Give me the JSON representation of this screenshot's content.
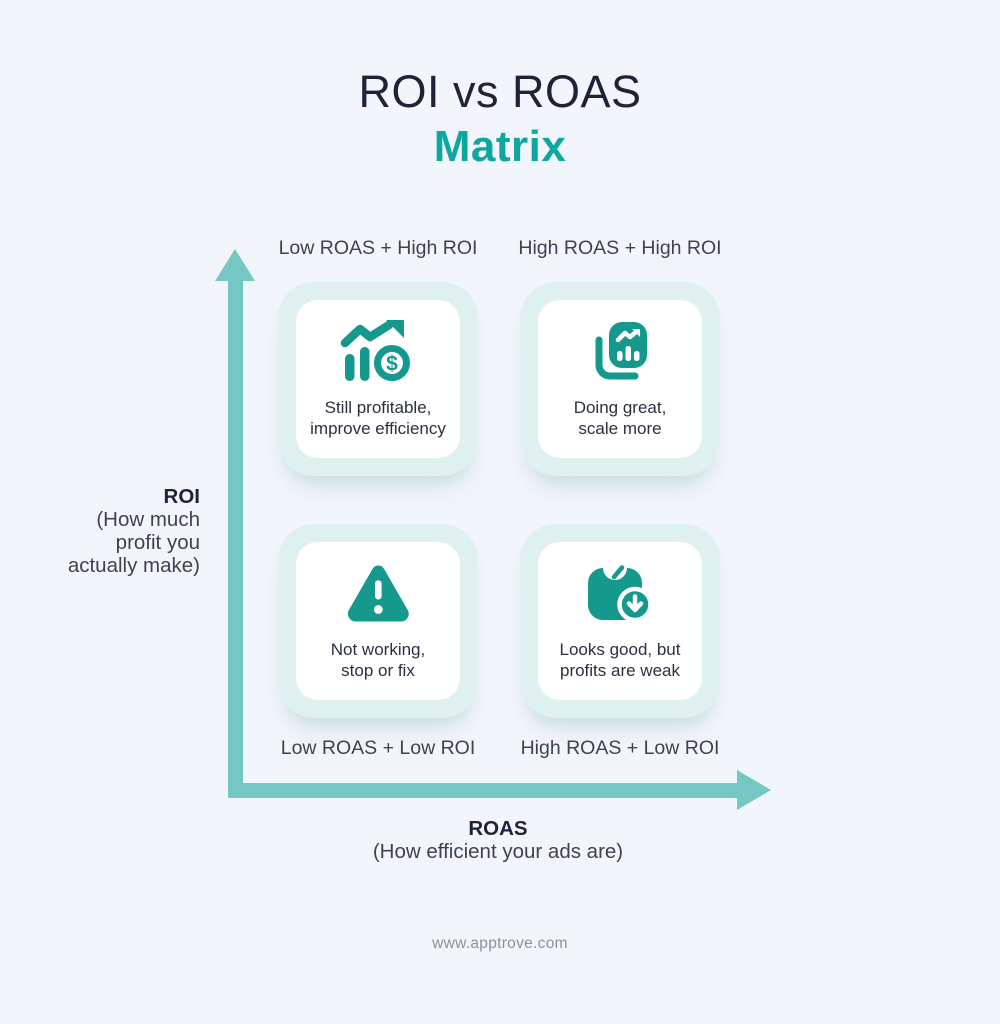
{
  "title": {
    "line1": "ROI vs ROAS",
    "line2": "Matrix"
  },
  "axes": {
    "y": {
      "name": "ROI",
      "description": "(How much\nprofit you\nactually make)"
    },
    "x": {
      "name": "ROAS",
      "description": "(How efficient your ads are)"
    }
  },
  "quadrants": [
    {
      "position": "top-left",
      "label": "Low ROAS + High ROI",
      "icon": "growth-dollar-icon",
      "caption": "Still profitable,\nimprove efficiency"
    },
    {
      "position": "top-right",
      "label": "High ROAS + High ROI",
      "icon": "report-growth-icon",
      "caption": "Doing great,\nscale more"
    },
    {
      "position": "bottom-left",
      "label": "Low ROAS + Low ROI",
      "icon": "warning-icon",
      "caption": "Not working,\nstop or fix"
    },
    {
      "position": "bottom-right",
      "label": "High ROAS + Low ROI",
      "icon": "scale-decline-icon",
      "caption": "Looks good, but\nprofits are weak"
    }
  ],
  "footer": {
    "url": "www.apptrove.com"
  },
  "colors": {
    "page_bg": "#f2f5fb",
    "title_dark": "#1f2335",
    "accent_teal": "#0ca79e",
    "icon_teal": "#14998c",
    "axis_teal": "#74c7c3",
    "card_outer_bg": "#def1ee",
    "card_inner_bg": "#ffffff",
    "label_gray": "#3e4354",
    "caption_dark": "#2b3040",
    "footer_gray": "#8b90a0"
  }
}
